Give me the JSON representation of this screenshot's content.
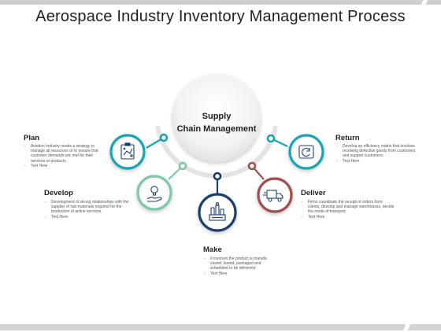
{
  "title": "Aerospace Industry Inventory Management Process",
  "center": {
    "line1": "Supply",
    "line2": "Chain Management"
  },
  "colors": {
    "plan": "#1aa3b6",
    "develop": "#7fc7a7",
    "make": "#1d3f6e",
    "deliver": "#a0504b",
    "return": "#1aa3b6"
  },
  "steps": {
    "plan": {
      "title": "Plan",
      "icon": "strategy-board-icon",
      "desc": "Aviation Industry needs a strategy to manage all resources or to ensure that customer demands are met for their services or products.",
      "extra": "Text Here"
    },
    "develop": {
      "title": "Develop",
      "icon": "hand-lightbulb-icon",
      "desc": "Development of strong relationships with the supplier of raw materials required for the production of airline services.",
      "extra": "Text Here"
    },
    "make": {
      "title": "Make",
      "icon": "factory-tools-icon",
      "desc": "It involves the product is manufa ctured, tested, packaged and scheduled to be delivered.",
      "extra": "Text Here"
    },
    "deliver": {
      "title": "Deliver",
      "icon": "delivery-truck-icon",
      "desc": "Firms coordinate the receipt of orders from clients, develop and manage warehouses, decide the mode of transport.",
      "extra": "Text Here"
    },
    "return": {
      "title": "Return",
      "icon": "return-box-icon",
      "desc": "Develop an efficiency matrix that involves receiving defective goods from customers, and support customers.",
      "extra": "Text Here"
    }
  }
}
